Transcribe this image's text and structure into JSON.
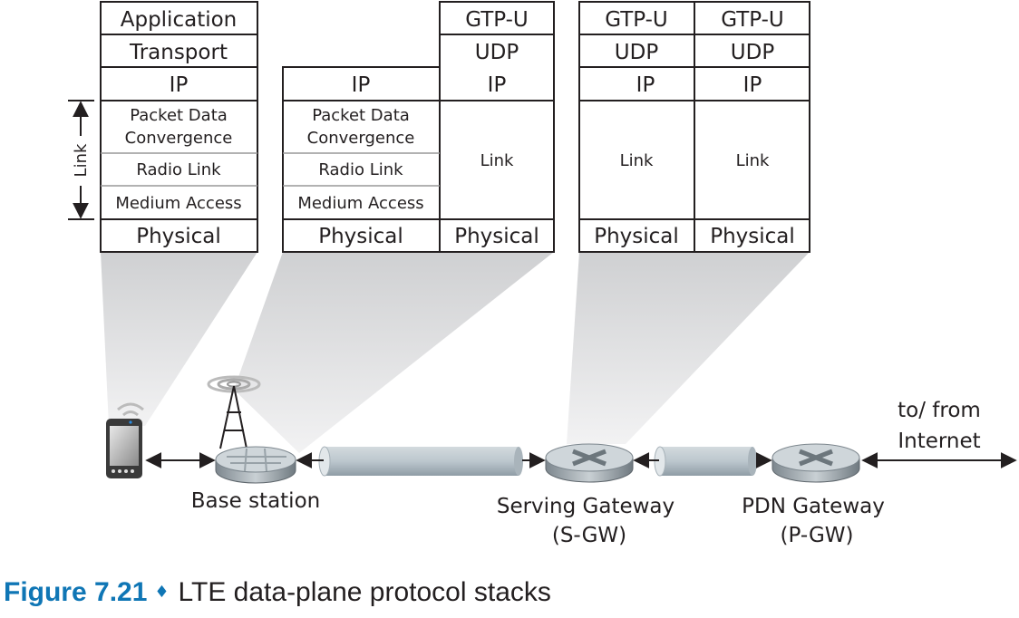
{
  "stacks": {
    "ue": {
      "layers": [
        "Application",
        "Transport",
        "IP",
        "Packet Data",
        "Convergence",
        "Radio Link",
        "Medium Access",
        "Physical"
      ],
      "link_bracket_label": "Link"
    },
    "base_station_left": [
      "IP",
      "Packet Data",
      "Convergence",
      "Radio Link",
      "Medium Access",
      "Physical"
    ],
    "base_station_right": [
      "GTP-U",
      "UDP",
      "IP",
      "Link",
      "Physical"
    ],
    "sgw_left": [
      "GTP-U",
      "UDP",
      "IP",
      "Link",
      "Physical"
    ],
    "sgw_right": [
      "GTP-U",
      "UDP",
      "IP",
      "Link",
      "Physical"
    ]
  },
  "nodes": {
    "base_station": "Base station",
    "sgw_line1": "Serving Gateway",
    "sgw_line2": "(S-GW)",
    "pgw_line1": "PDN Gateway",
    "pgw_line2": "(P-GW)",
    "internet_line1": "to/ from",
    "internet_line2": "Internet"
  },
  "caption": {
    "figure_number": "Figure 7.21",
    "separator": "♦",
    "title": "LTE data-plane protocol stacks"
  },
  "colors": {
    "caption_accent": "#0f76b5",
    "shade": "#d9dadc",
    "tunnel": "#b8c4cc"
  }
}
